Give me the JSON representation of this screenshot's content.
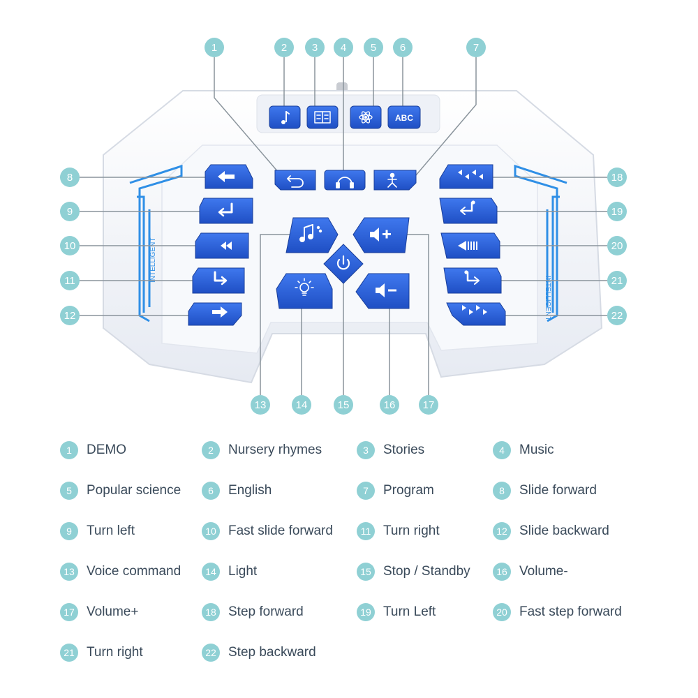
{
  "colors": {
    "button_blue": "#2a5fd8",
    "accent_blue": "#2f8fe6",
    "callout_teal": "#8fd0d4",
    "body_white": "#f4f6fa",
    "line": "#8a949c",
    "legend_text": "#3a4a5a"
  },
  "device": {
    "side_text_left": "INTELLIGENT",
    "side_text_right": "INTELLIGENT",
    "buttons": [
      {
        "id": 1,
        "icon": "demo-loop-icon"
      },
      {
        "id": 2,
        "icon": "music-note-icon"
      },
      {
        "id": 3,
        "icon": "book-icon"
      },
      {
        "id": 4,
        "icon": "headphones-icon"
      },
      {
        "id": 5,
        "icon": "atom-icon"
      },
      {
        "id": 6,
        "icon": "abc-icon",
        "text": "ABC"
      },
      {
        "id": 7,
        "icon": "robot-program-icon"
      },
      {
        "id": 8,
        "icon": "arrow-left-icon"
      },
      {
        "id": 9,
        "icon": "turn-left-icon"
      },
      {
        "id": 10,
        "icon": "fast-rewind-icon"
      },
      {
        "id": 11,
        "icon": "turn-right-icon"
      },
      {
        "id": 12,
        "icon": "arrow-right-icon"
      },
      {
        "id": 13,
        "icon": "voice-music-icon"
      },
      {
        "id": 14,
        "icon": "lightbulb-icon"
      },
      {
        "id": 15,
        "icon": "power-icon"
      },
      {
        "id": 16,
        "icon": "volume-down-icon"
      },
      {
        "id": 17,
        "icon": "volume-up-icon"
      },
      {
        "id": 18,
        "icon": "step-forward-icon"
      },
      {
        "id": 19,
        "icon": "turn-left-step-icon"
      },
      {
        "id": 20,
        "icon": "fast-step-icon"
      },
      {
        "id": 21,
        "icon": "turn-right-step-icon"
      },
      {
        "id": 22,
        "icon": "step-backward-icon"
      }
    ]
  },
  "callouts": [
    "1",
    "2",
    "3",
    "4",
    "5",
    "6",
    "7",
    "8",
    "9",
    "10",
    "11",
    "12",
    "13",
    "14",
    "15",
    "16",
    "17",
    "18",
    "19",
    "20",
    "21",
    "22"
  ],
  "legend": [
    {
      "num": "1",
      "label": "DEMO"
    },
    {
      "num": "2",
      "label": "Nursery rhymes"
    },
    {
      "num": "3",
      "label": "Stories"
    },
    {
      "num": "4",
      "label": "Music"
    },
    {
      "num": "5",
      "label": "Popular science"
    },
    {
      "num": "6",
      "label": "English"
    },
    {
      "num": "7",
      "label": "Program"
    },
    {
      "num": "8",
      "label": "Slide forward"
    },
    {
      "num": "9",
      "label": "Turn left"
    },
    {
      "num": "10",
      "label": "Fast slide forward"
    },
    {
      "num": "11",
      "label": "Turn right"
    },
    {
      "num": "12",
      "label": "Slide backward"
    },
    {
      "num": "13",
      "label": "Voice command"
    },
    {
      "num": "14",
      "label": "Light"
    },
    {
      "num": "15",
      "label": "Stop / Standby"
    },
    {
      "num": "16",
      "label": "Volume-"
    },
    {
      "num": "17",
      "label": "Volume+"
    },
    {
      "num": "18",
      "label": "Step forward"
    },
    {
      "num": "19",
      "label": "Turn Left"
    },
    {
      "num": "20",
      "label": "Fast step forward"
    },
    {
      "num": "21",
      "label": "Turn right"
    },
    {
      "num": "22",
      "label": "Step backward"
    }
  ]
}
